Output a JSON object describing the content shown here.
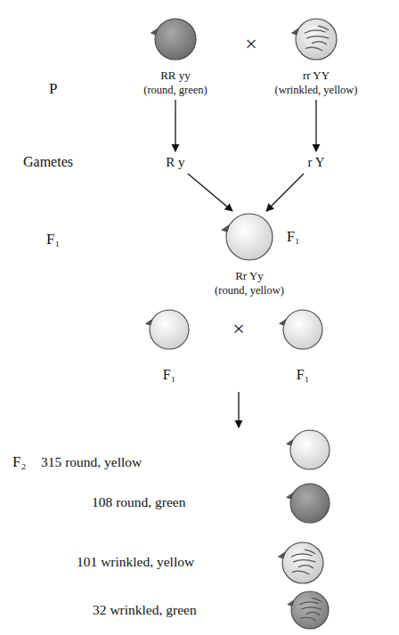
{
  "diagram": {
    "nodes": [
      {
        "text": [
          "RR yy",
          "(round, green)"
        ]
      },
      {
        "text": [
          "rr YY",
          "(wrinkled, yellow)"
        ]
      },
      {
        "text": [
          "R y"
        ]
      },
      {
        "text": [
          "r Y"
        ]
      },
      {
        "text": [
          "F₁",
          "Rr Yy",
          "(round, yellow)"
        ]
      },
      {
        "text": [
          "F₁"
        ]
      },
      {
        "text": [
          "F₁"
        ]
      }
    ],
    "edges": [
      {
        "from": 0,
        "to": 2,
        "arrow": "to"
      },
      {
        "from": 1,
        "to": 3,
        "arrow": "to"
      },
      {
        "from": 2,
        "to": 4,
        "arrow": "to"
      },
      {
        "from": 3,
        "to": 4,
        "arrow": "to"
      }
    ],
    "labels": [
      "P",
      "×",
      "Gametes",
      "F₁",
      "×",
      "F₂",
      "315 round, yellow",
      "108 round, green",
      "101 wrinkled, yellow",
      "32 wrinkled, green"
    ]
  }
}
